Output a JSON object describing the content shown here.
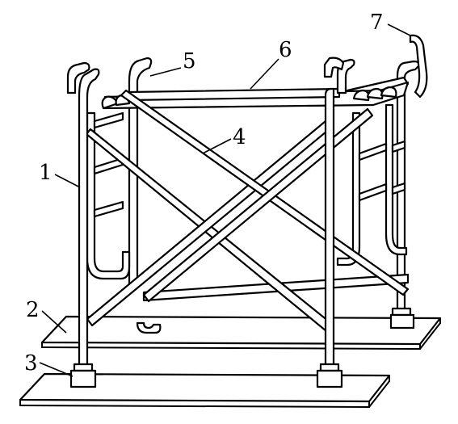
{
  "diagram": {
    "labels": [
      {
        "id": "label-1",
        "text": "1"
      },
      {
        "id": "label-2",
        "text": "2"
      },
      {
        "id": "label-3",
        "text": "3"
      },
      {
        "id": "label-4",
        "text": "4"
      },
      {
        "id": "label-5",
        "text": "5"
      },
      {
        "id": "label-6",
        "text": "6"
      },
      {
        "id": "label-7",
        "text": "7"
      }
    ]
  }
}
